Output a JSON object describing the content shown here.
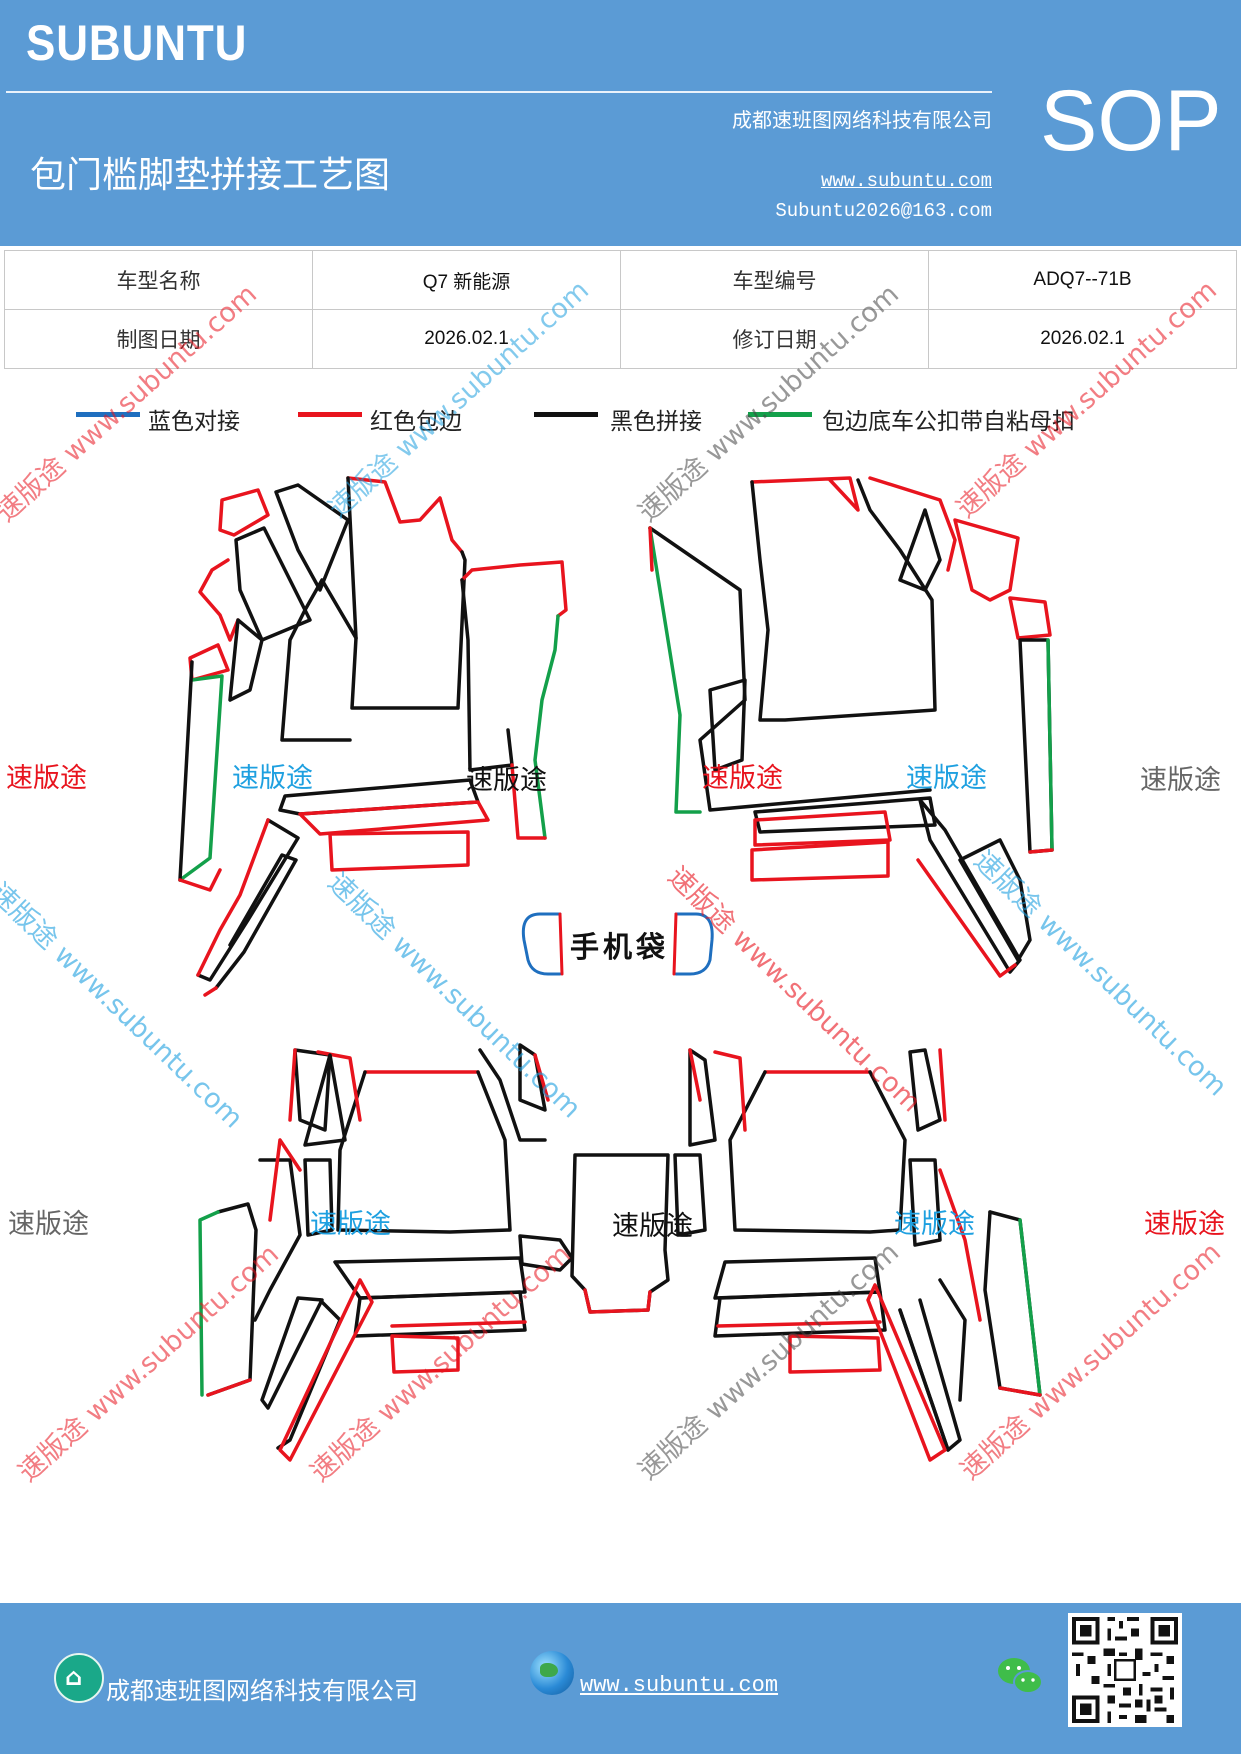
{
  "header": {
    "logo": "SUBUNTU",
    "company": "成都速班图网络科技有限公司",
    "title": "包门槛脚垫拼接工艺图",
    "website": "www.subuntu.com",
    "email": "Subuntu2026@163.com",
    "badge": "SOP"
  },
  "info_table": {
    "row1": [
      "车型名称",
      "Q7 新能源",
      "车型编号",
      "ADQ7--71B"
    ],
    "row2": [
      "制图日期",
      "2026.02.1",
      "修订日期",
      "2026.02.1"
    ]
  },
  "legend": [
    {
      "label": "蓝色对接",
      "color": "#1f6fbf"
    },
    {
      "label": "红色包边",
      "color": "#e8141e"
    },
    {
      "label": "黑色拼接",
      "color": "#111111"
    },
    {
      "label": "包边底车公扣带自粘母扣",
      "color": "#13a04a"
    }
  ],
  "drawing": {
    "phone_pocket_label": "手机袋",
    "part_label": "速版途"
  },
  "watermarks": {
    "brand": "速版途",
    "diagonal_url": "速版途 www.subuntu.com",
    "url": "www.subuntu.com"
  },
  "footer": {
    "company": "成都速班图网络科技有限公司",
    "website": "www.subuntu.com"
  },
  "colors": {
    "header_bg": "#5b9bd5",
    "blue": "#1f6fbf",
    "red": "#e8141e",
    "black": "#111111",
    "green": "#13a04a",
    "wm_red": "#e8141e",
    "wm_blue": "#1ea0e0",
    "wm_gray": "#666666"
  },
  "icons": [
    "home-icon",
    "globe-icon",
    "wechat-icon",
    "qr-code"
  ]
}
